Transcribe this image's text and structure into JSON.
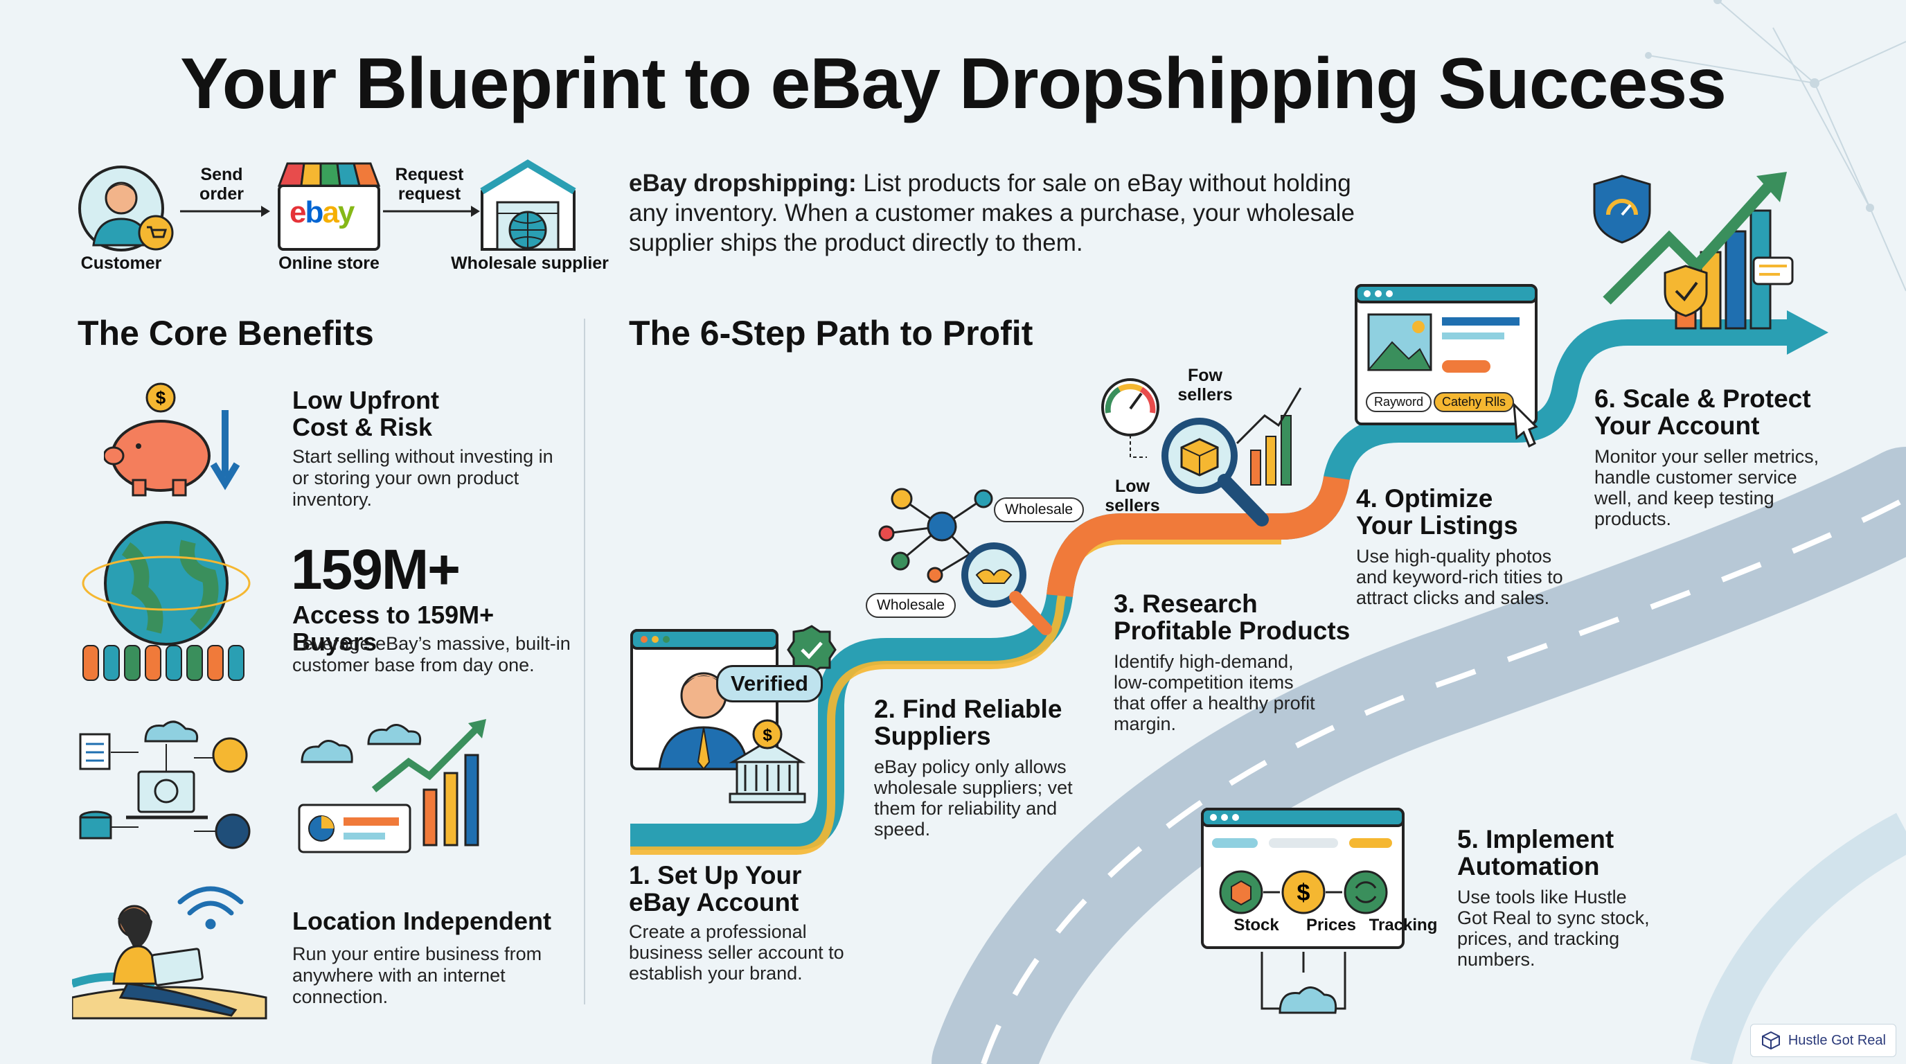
{
  "title": "Your Blueprint to eBay Dropshipping Success",
  "flow": {
    "customer_label": "Customer",
    "store_label": "Online store",
    "store_logo": "ebay",
    "supplier_label": "Wholesale supplier",
    "arrow1_label": "Send order",
    "arrow2_label": "Request request"
  },
  "definition": {
    "term": "eBay dropshipping:",
    "text": " List products for sale on eBay without holding any inventory. When a customer makes a purchase, your wholesale supplier ships the product directly to them."
  },
  "benefits": {
    "heading": "The Core Benefits",
    "items": [
      {
        "title": "Low Upfront Cost & Risk",
        "text": "Start selling without investing in or storing your own product inventory.",
        "icon": "piggy-bank-icon"
      },
      {
        "big": "159M+",
        "title": "Access to 159M+ Buyers",
        "text": "Leverage eBay’s massive, built-in customer base from day one.",
        "icon": "globe-crowd-icon"
      },
      {
        "icon": "cloud-network-icon"
      },
      {
        "title": "Location Independent",
        "text": "Run your entire business from anywhere with an internet connection.",
        "icon": "beach-laptop-icon"
      }
    ]
  },
  "steps": {
    "heading": "The 6-Step Path to Profit",
    "items": [
      {
        "title": "1. Set Up Your eBay Account",
        "text": "Create a professional business seller account to establish your brand.",
        "badge": "Verified"
      },
      {
        "title": "2. Find Reliable Suppliers",
        "text": "eBay policy only allows wholesale suppliers; vet them for reliability and speed.",
        "chips": [
          "Wholesale",
          "Wholesale"
        ]
      },
      {
        "title": "3. Research Profitable Products",
        "text": "Identify high-demand, low-competition items that offer a healthy profit margin.",
        "labels": [
          "Fow sellers",
          "Low sellers"
        ]
      },
      {
        "title": "4. Optimize Your Listings",
        "text": "Use high-quality photos and keyword-rich tities to attract clicks and sales.",
        "chips": [
          "Rayword",
          "Catehy Rlls"
        ]
      },
      {
        "title": "5. Implement Automation",
        "text": "Use tools like Hustle Got Real to sync stock, prices, and tracking numbers.",
        "labels": [
          "Stock",
          "Prices",
          "Tracking"
        ]
      },
      {
        "title": "6. Scale & Protect Your Account",
        "text": "Monitor your seller metrics, handle customer service well, and keep testing products."
      }
    ]
  },
  "brand_label": "Hustle Got Real",
  "colors": {
    "teal": "#2a9fb3",
    "orange": "#f07a3a",
    "yellow": "#f5b731",
    "navy": "#1f4e79",
    "green": "#3a8f5c"
  }
}
